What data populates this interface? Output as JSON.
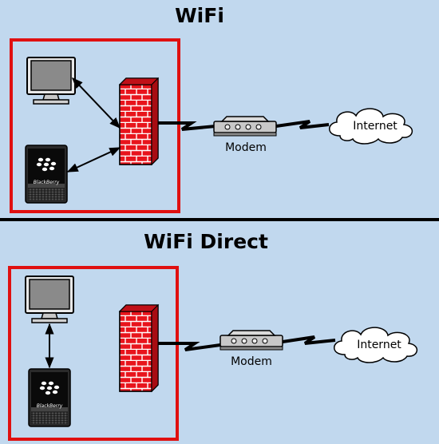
{
  "top_section": {
    "title": "WiFi",
    "modem_label": "Modem",
    "internet_label": "Internet",
    "phone_brand": "BlackBerry"
  },
  "bottom_section": {
    "title": "WiFi Direct",
    "modem_label": "Modem",
    "internet_label": "Internet",
    "phone_brand": "BlackBerry"
  },
  "colors": {
    "background": "#c1d8ee",
    "lan_box": "#e01010",
    "firewall": "#e8141c",
    "divider": "#000000"
  },
  "icons": [
    "monitor-icon",
    "phone-icon",
    "firewall-icon",
    "modem-icon",
    "cloud-icon",
    "lightning-link-icon"
  ]
}
